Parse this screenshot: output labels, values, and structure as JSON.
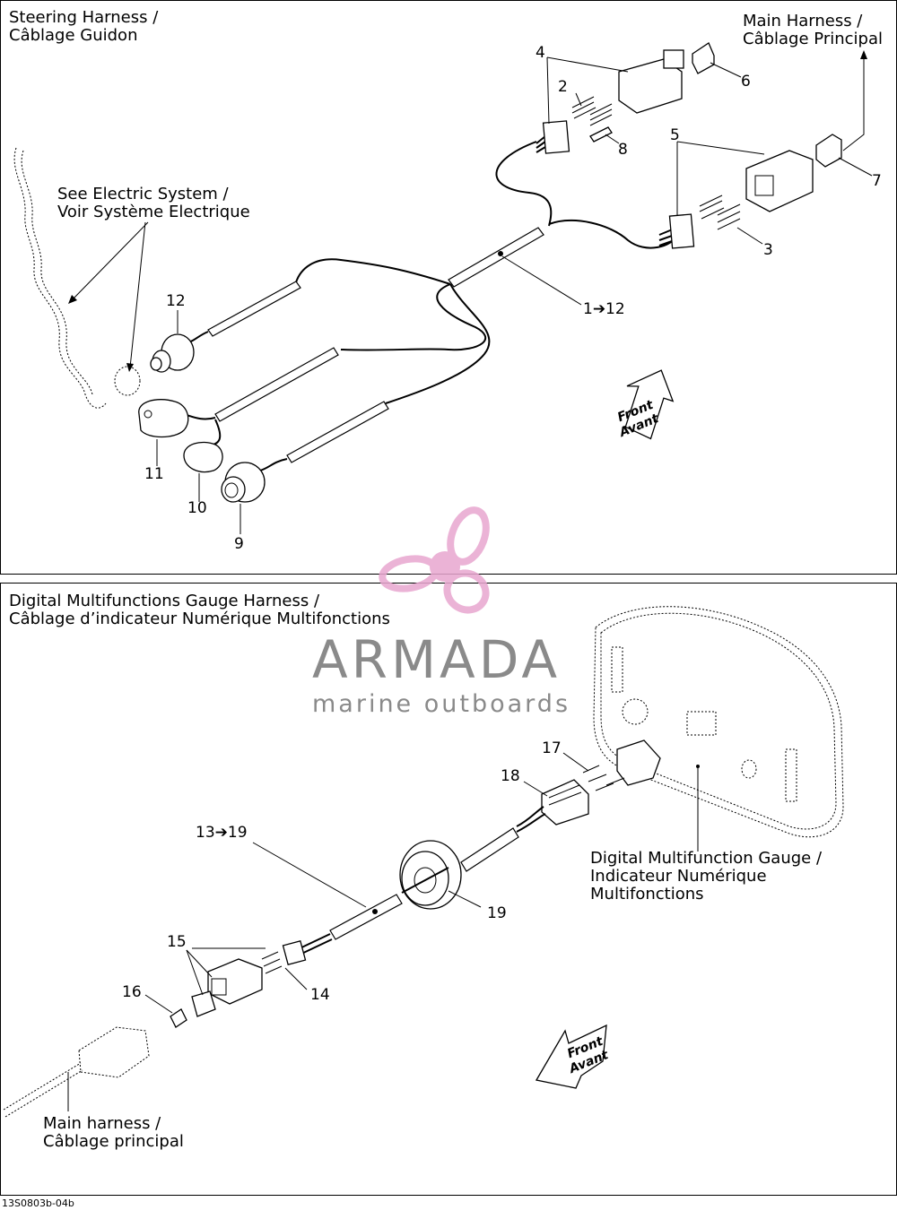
{
  "top": {
    "title_line1": "Steering Harness /",
    "title_line2": "Câblage Guidon",
    "main_harness_line1": "Main Harness  /",
    "main_harness_line2": "Câblage Principal",
    "see_electric_line1": "See Electric System /",
    "see_electric_line2": "Voir Système Electrique",
    "range_label": "1➔12",
    "front_line1": "Front",
    "front_line2": "Avant",
    "callouts": [
      "2",
      "3",
      "4",
      "5",
      "6",
      "7",
      "8",
      "9",
      "10",
      "11",
      "12"
    ]
  },
  "bottom": {
    "title_line1": "Digital Multifunctions Gauge Harness /",
    "title_line2": "Câblage d’indicateur Numérique Multifonctions",
    "gauge_line1": "Digital Multifunction Gauge /",
    "gauge_line2": "Indicateur Numérique",
    "gauge_line3": "Multifonctions",
    "main_harness_line1": "Main harness /",
    "main_harness_line2": "Câblage principal",
    "range_label": "13➔19",
    "front_line1": "Front",
    "front_line2": "Avant",
    "callouts": [
      "14",
      "15",
      "16",
      "17",
      "18",
      "19"
    ]
  },
  "watermark": {
    "name": "ARMADA",
    "tagline": "marine outboards",
    "logo_color": "#e8a6cf",
    "text_color": "#8a8a8a"
  },
  "drawing_code": "13S0803b-04b"
}
